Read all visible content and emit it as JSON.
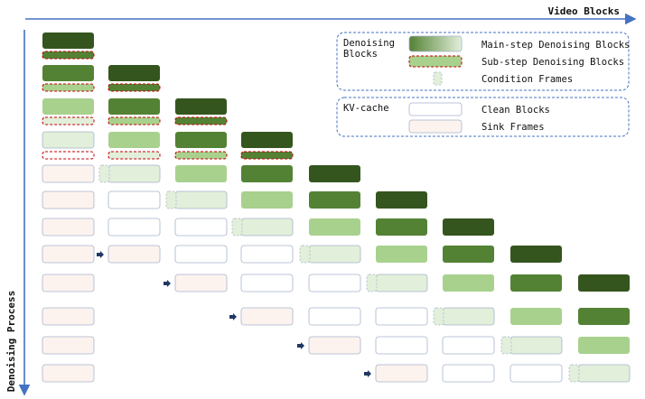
{
  "axes": {
    "x_label": "Video Blocks",
    "y_label": "Denoising Process"
  },
  "legend": {
    "denoising": {
      "title_line1": "Denoising",
      "title_line2": "Blocks",
      "items": [
        {
          "label": "Main-step Denoising Blocks",
          "swatch": "gradient"
        },
        {
          "label": "Sub-step Denoising Blocks",
          "swatch": "substep"
        },
        {
          "label": "Condition Frames",
          "swatch": "condition"
        }
      ]
    },
    "kv_cache": {
      "title": "KV-cache",
      "items": [
        {
          "label": "Clean Blocks",
          "swatch": "clean"
        },
        {
          "label": "Sink Frames",
          "swatch": "sink"
        }
      ]
    }
  },
  "colors": {
    "level_1": "#35551f",
    "level_2": "#548235",
    "level_3": "#a9d18e",
    "level_4": "#e2efda",
    "sink_fill": "#fdf3ee",
    "clean_fill": "#ffffff",
    "block_border": "#a6b4cc",
    "substep_border": "#c00000",
    "axis": "#4472c4",
    "arrow": "#1f3864"
  }
}
